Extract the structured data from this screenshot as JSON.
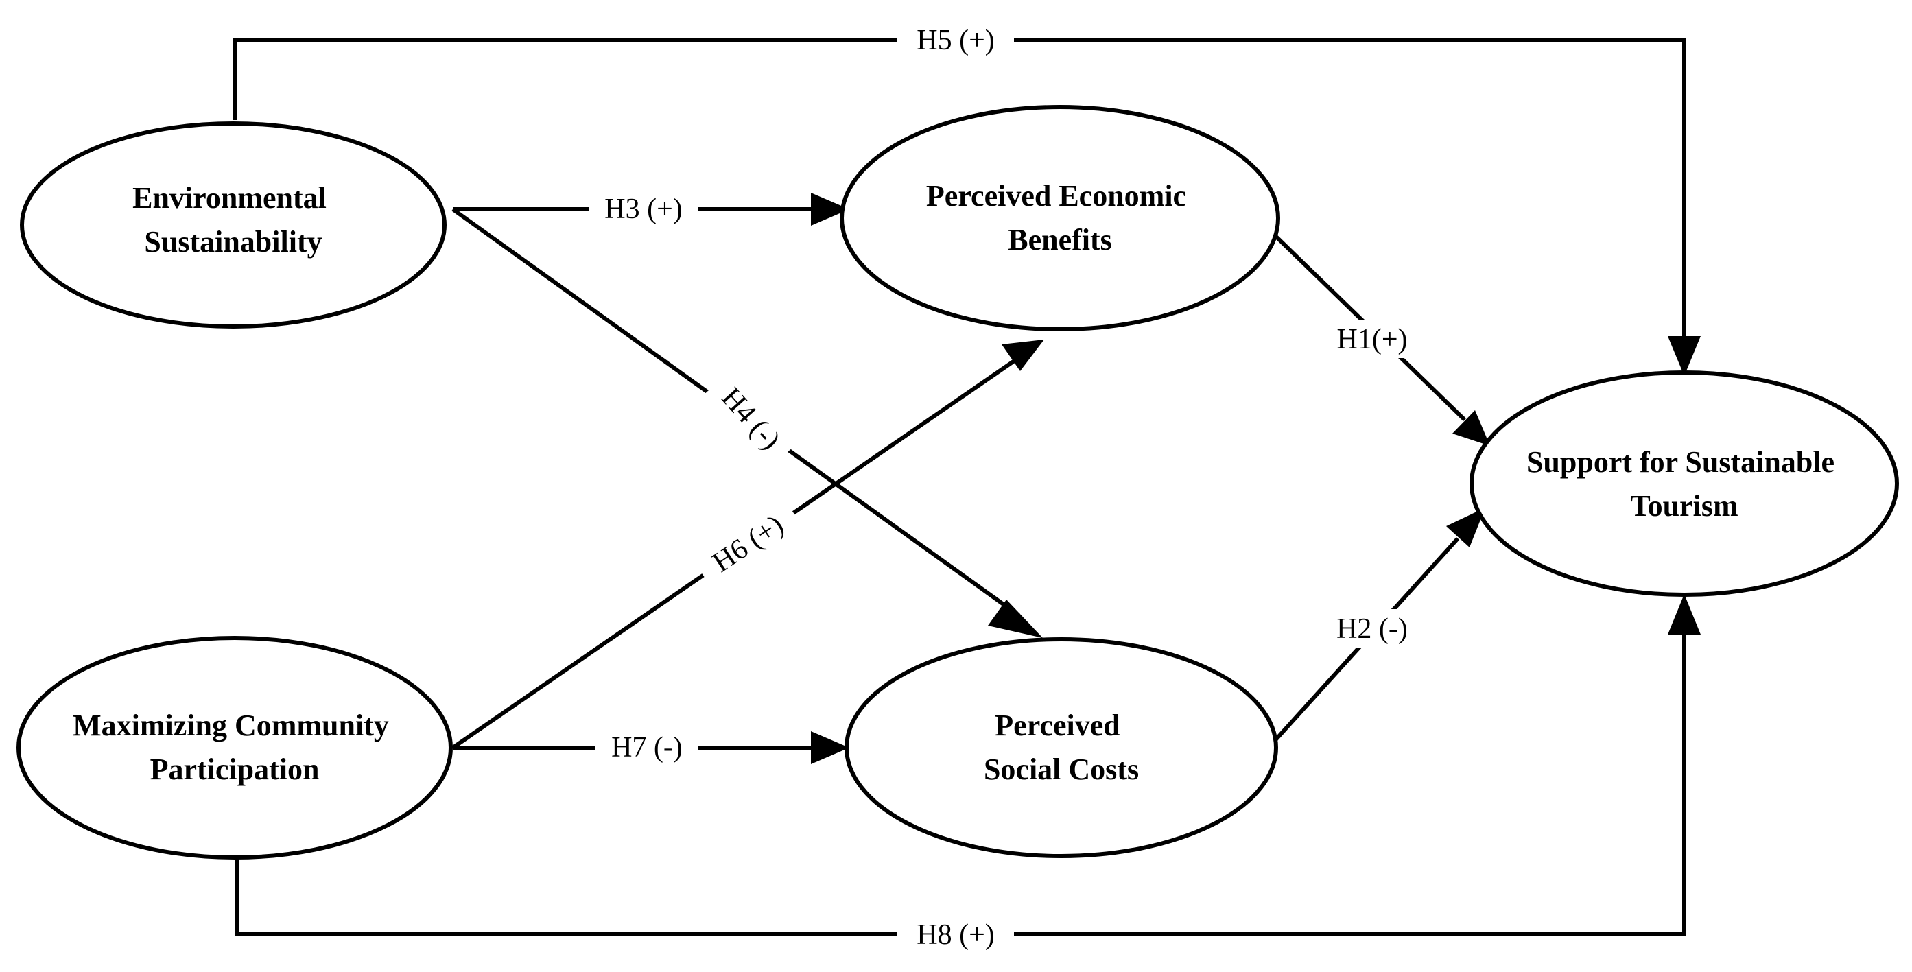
{
  "nodes": {
    "env": {
      "lines": [
        "Environmental",
        "Sustainability"
      ]
    },
    "mcp": {
      "lines": [
        "Maximizing Community",
        "Participation"
      ]
    },
    "peb": {
      "lines": [
        "Perceived Economic",
        "Benefits"
      ]
    },
    "psc": {
      "lines": [
        "Perceived",
        "Social Costs"
      ]
    },
    "sst": {
      "lines": [
        "Support for Sustainable",
        "Tourism"
      ]
    }
  },
  "edges": {
    "h1": {
      "label": "H1(+)",
      "from": "peb",
      "to": "sst"
    },
    "h2": {
      "label": "H2 (-)",
      "from": "psc",
      "to": "sst"
    },
    "h3": {
      "label": "H3 (+)",
      "from": "env",
      "to": "peb"
    },
    "h4": {
      "label": "H4 (-)",
      "from": "env",
      "to": "psc"
    },
    "h5": {
      "label": "H5 (+)",
      "from": "env",
      "to": "sst"
    },
    "h6": {
      "label": "H6 (+)",
      "from": "mcp",
      "to": "peb"
    },
    "h7": {
      "label": "H7 (-)",
      "from": "mcp",
      "to": "psc"
    },
    "h8": {
      "label": "H8 (+)",
      "from": "mcp",
      "to": "sst"
    }
  },
  "colors": {
    "stroke": "#000000",
    "background": "#ffffff"
  }
}
